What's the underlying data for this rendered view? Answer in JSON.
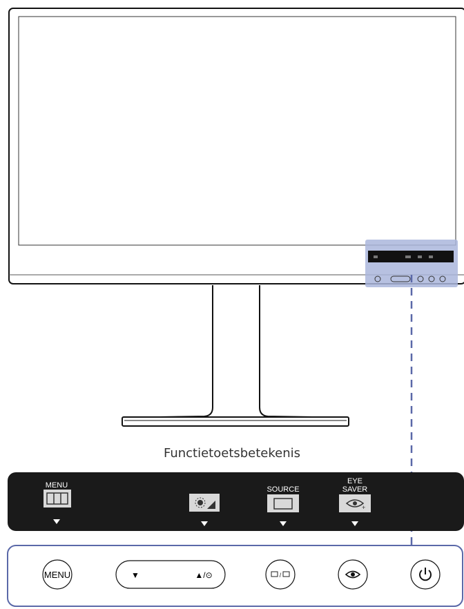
{
  "caption": "Functietoetsbetekenis",
  "function_keys": [
    {
      "label": "MENU",
      "icon": "menu-grid-icon"
    },
    {
      "label": "",
      "icon": "brightness-icon"
    },
    {
      "label": "SOURCE",
      "icon": "source-icon"
    },
    {
      "label_line1": "EYE",
      "label_line2": "SAVER",
      "icon": "eye-saver-icon"
    }
  ],
  "front_buttons": {
    "menu": "MENU",
    "nav_down": "▼",
    "nav_up": "▲/⊙",
    "source_icon": "source-slash-input-icon",
    "eye_icon": "eye-saver-icon",
    "power_icon": "power-icon"
  },
  "colors": {
    "panel": "#1a1a1a",
    "highlight": "#aab6dc",
    "dash_line": "#5a68a8",
    "key_icon_bg": "#d9d9d9"
  }
}
